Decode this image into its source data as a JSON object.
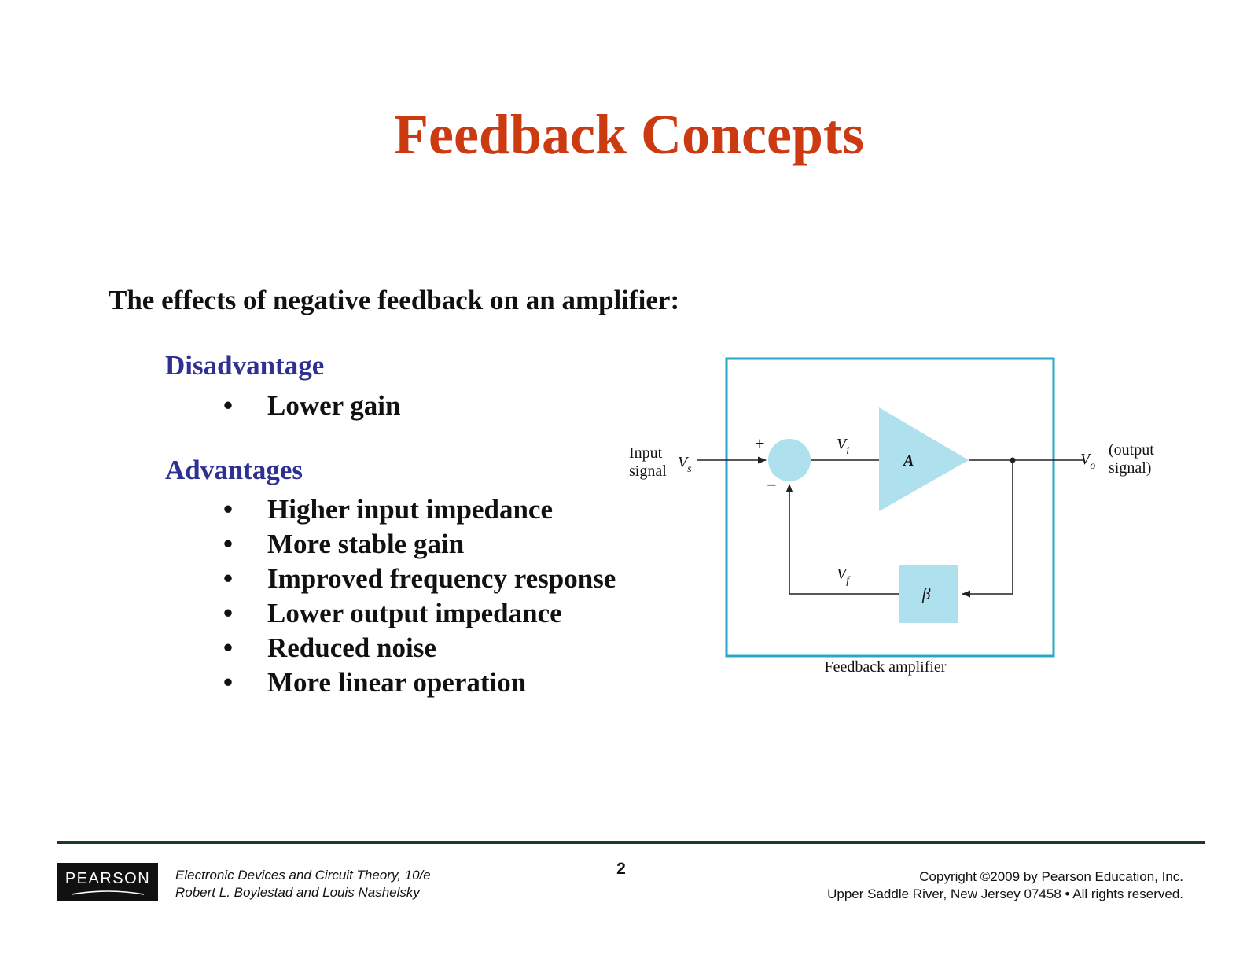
{
  "slide": {
    "title": "Feedback Concepts",
    "intro": "The effects of negative feedback on an amplifier:",
    "disadvantage_heading": "Disadvantage",
    "disadvantages": [
      "Lower gain"
    ],
    "advantages_heading": "Advantages",
    "advantages": [
      "Higher input impedance",
      "More stable gain",
      "Improved frequency response",
      "Lower output impedance",
      "Reduced noise",
      "More linear operation"
    ],
    "bullet_char": "•"
  },
  "diagram": {
    "caption": "Feedback amplifier",
    "input_label_line1": "Input",
    "input_label_line2": "signal",
    "vs_main": "V",
    "vs_sub": "s",
    "vi_main": "V",
    "vi_sub": "i",
    "vf_main": "V",
    "vf_sub": "f",
    "vo_main": "V",
    "vo_sub": "o",
    "output_label_line1": "(output",
    "output_label_line2": "signal)",
    "amp_label": "A",
    "beta_label": "β",
    "plus_sign": "+",
    "minus_sign": "−",
    "colors": {
      "frame": "#2aa7c4",
      "fill": "#aee0ee",
      "wire": "#222222"
    }
  },
  "footer": {
    "logo_text": "PEARSON",
    "book_line1": "Electronic Devices and Circuit Theory, 10/e",
    "book_line2": "Robert L. Boylestad and Louis Nashelsky",
    "page_number": "2",
    "copyright_line1": "Copyright ©2009 by Pearson Education, Inc.",
    "copyright_line2": "Upper Saddle River, New Jersey 07458 • All rights reserved."
  }
}
